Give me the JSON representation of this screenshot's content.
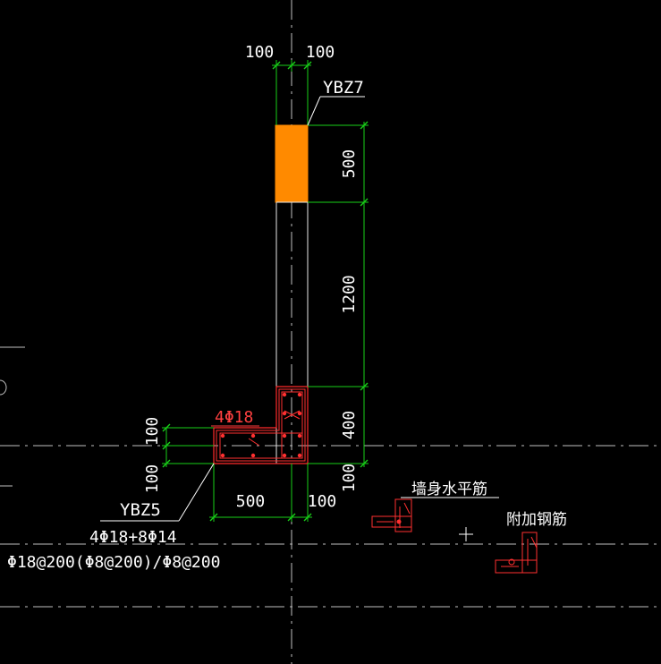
{
  "colors": {
    "background": "#000000",
    "dimension": "#18d018",
    "wall": "#e8e8e8",
    "concrete": "#ff2a2a",
    "rebar": "#ff3030",
    "highlight_fill": "#ff8a00",
    "label": "#ffffff",
    "rebar_label": "#ff4040",
    "axis": "#bfbfbf"
  },
  "dims": {
    "top_left": "100",
    "top_right": "100",
    "right_500": "500",
    "right_1200": "1200",
    "right_400": "400",
    "right_bottom": "100",
    "left_upper": "100",
    "left_lower": "100",
    "bottom_500": "500",
    "bottom_100": "100"
  },
  "labels": {
    "ybz7": "YBZ7",
    "ybz5": "YBZ5",
    "ybz5_rebar": "4Φ18+8Φ14",
    "ybz5_stirrup": "Φ18@200(Φ8@200)/Φ8@200",
    "rebar_note": "4Φ18",
    "wall_horizontal": "墙身水平筋",
    "additional_rebar": "附加钢筋"
  },
  "icons": {
    "legend_horizontal": "wall-horizontal-rebar-symbol-icon",
    "legend_additional": "additional-rebar-symbol-icon",
    "cursor": "crosshair-cursor-icon"
  }
}
